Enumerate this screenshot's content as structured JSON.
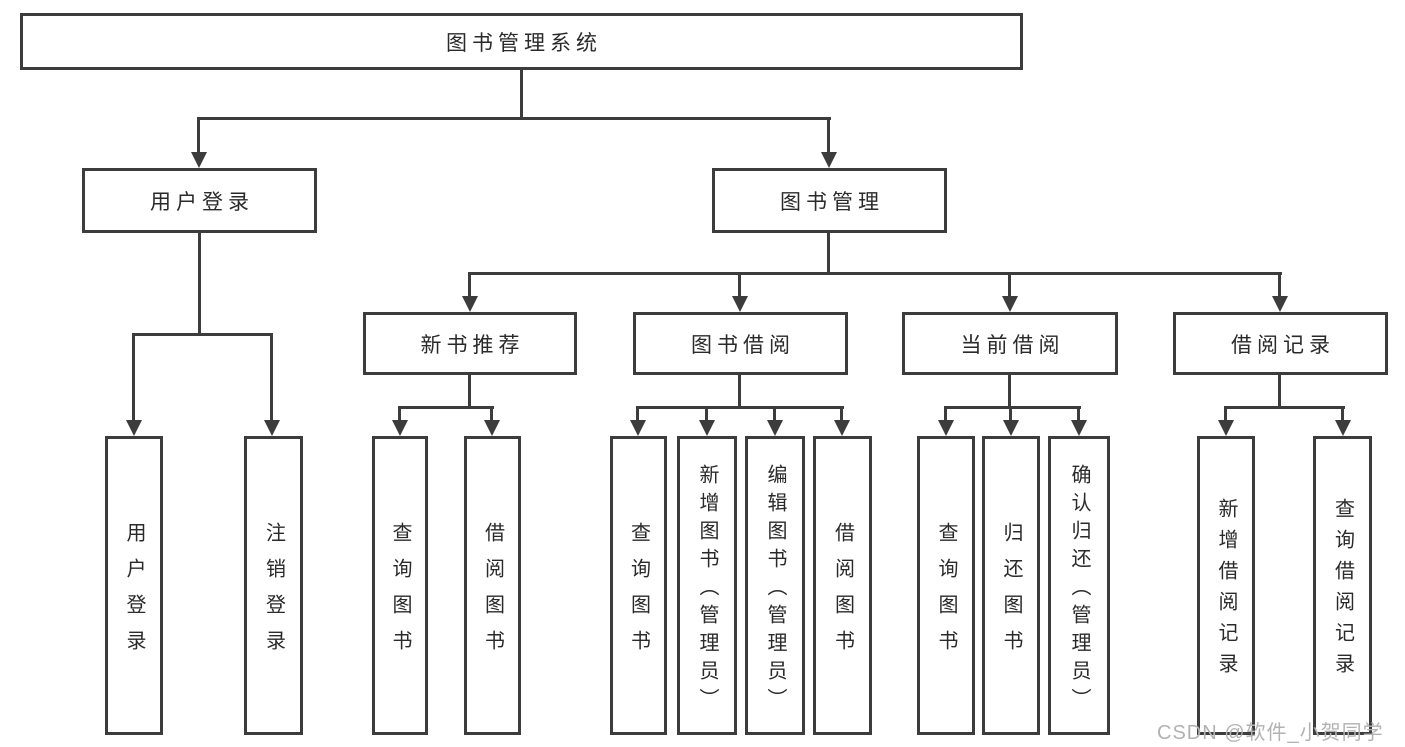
{
  "diagram": {
    "root": {
      "label": "图书管理系统"
    },
    "level2": [
      {
        "label": "用户登录"
      },
      {
        "label": "图书管理"
      }
    ],
    "level3": [
      {
        "label": "新书推荐"
      },
      {
        "label": "图书借阅"
      },
      {
        "label": "当前借阅"
      },
      {
        "label": "借阅记录"
      }
    ],
    "leaves": [
      {
        "label": "用户登录"
      },
      {
        "label": "注销登录"
      },
      {
        "label": "查询图书"
      },
      {
        "label": "借阅图书"
      },
      {
        "label": "查询图书"
      },
      {
        "label": "新增图书（管理员）"
      },
      {
        "label": "编辑图书（管理员）"
      },
      {
        "label": "借阅图书"
      },
      {
        "label": "查询图书"
      },
      {
        "label": "归还图书"
      },
      {
        "label": "确认归还（管理员）"
      },
      {
        "label": "新增借阅记录"
      },
      {
        "label": "查询借阅记录"
      }
    ],
    "watermark": "CSDN @软件_小贺同学"
  },
  "colors": {
    "line": "#3c3c3c",
    "text": "#2a2a2a",
    "watermark": "#b2b2b2",
    "background": "#ffffff"
  }
}
